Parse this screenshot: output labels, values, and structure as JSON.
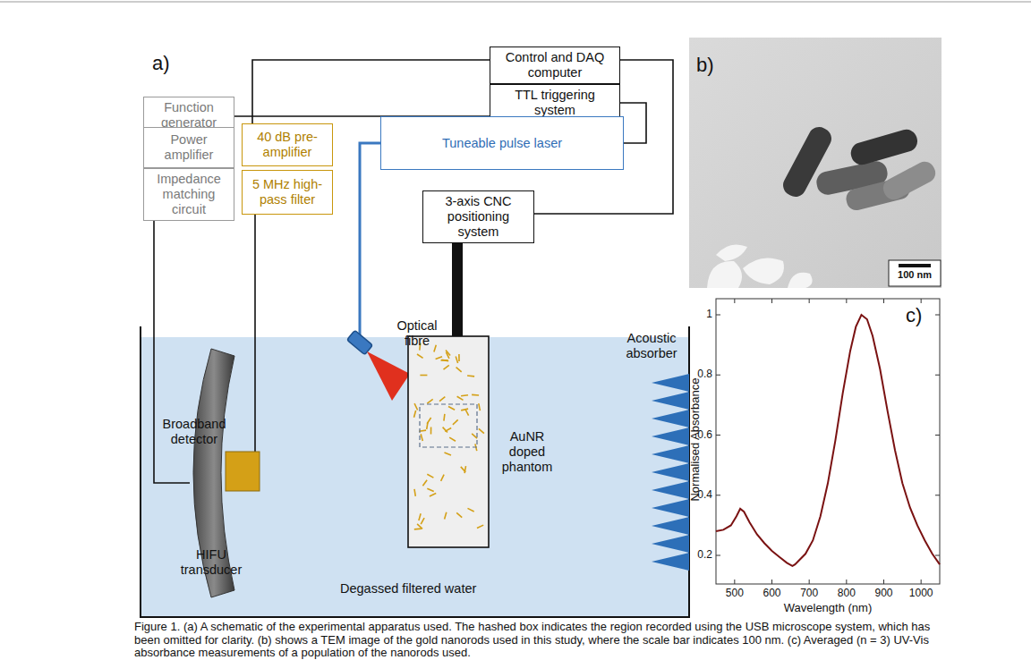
{
  "diagram": {
    "caption": "Figure 1. (a) A schematic of the experimental apparatus used. The hashed box indicates the region recorded using the USB microscope system, which has been omitted for clarity. (b) shows a TEM image of the gold nanorods used in this study, where the scale bar indicates 100 nm. (c) Averaged (n = 3) UV-Vis absorbance measurements of a population of the nanorods used.",
    "nodes": [
      {
        "text": [
          "Control and DAQ computer"
        ]
      },
      {
        "text": [
          "TTL triggering system"
        ]
      },
      {
        "text": [
          "Function generator"
        ]
      },
      {
        "text": [
          "Power amplifier"
        ]
      },
      {
        "text": [
          "Impedance matching circuit"
        ]
      },
      {
        "text": [
          "40 dB pre-amplifier"
        ]
      },
      {
        "text": [
          "5 MHz high-pass filter"
        ]
      },
      {
        "text": [
          "Tuneable pulse laser"
        ]
      },
      {
        "text": [
          "3-axis CNC positioning system"
        ]
      }
    ],
    "edges": [
      {
        "from": 2,
        "to": 1,
        "arrow": "none"
      },
      {
        "from": 0,
        "to": 5,
        "arrow": "none"
      },
      {
        "from": 0,
        "to": 8,
        "arrow": "none"
      },
      {
        "from": 1,
        "to": 7,
        "arrow": "none"
      }
    ],
    "labels": [
      "a)",
      "Broadband detector",
      "HIFU transducer",
      "Optical fibre",
      "AuNR doped phantom",
      "Acoustic absorber",
      "Degassed filtered water",
      "b)",
      "100 nm",
      "c)",
      "Normalised Absorbance",
      "1",
      "0.8",
      "0.6",
      "0.4",
      "0.2",
      "500",
      "600",
      "700",
      "800",
      "900",
      "1000",
      "Wavelength (nm)"
    ]
  }
}
